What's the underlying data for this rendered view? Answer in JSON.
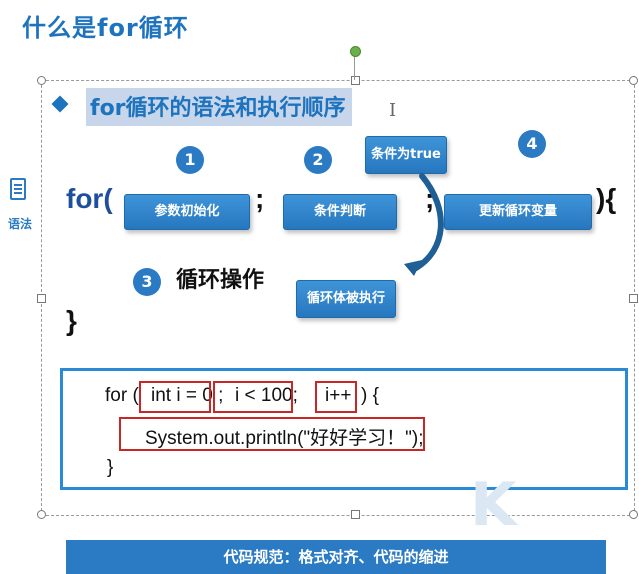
{
  "slide": {
    "title": "什么是for循环",
    "heading": "for循环的语法和执行顺序",
    "side_label": "语法"
  },
  "syntax": {
    "keyword": "for(",
    "semicolon_1": ";",
    "semicolon_2": ";",
    "close": "){",
    "body_close": "}",
    "steps": [
      {
        "number": "1",
        "label": "参数初始化"
      },
      {
        "number": "2",
        "label": "条件判断"
      },
      {
        "number": "3",
        "label": "循环操作"
      },
      {
        "number": "4",
        "label": "更新循环变量"
      }
    ],
    "condition_true_label": "条件为true",
    "loop_body_label": "循环体被执行"
  },
  "code_example": {
    "line1_for": "for (",
    "init": "int i = 0 ;",
    "condition": "i < 100;",
    "update": "i++",
    "line1_close": ") {",
    "line2": "System.out.println(\"好好学习！\");",
    "line3": "}"
  },
  "bottom_bar": "代码规范：格式对齐、代码的缩进",
  "colors": {
    "accent": "#1e73be",
    "box_blue": "#2a7ac4",
    "highlight_red": "#c62828"
  }
}
